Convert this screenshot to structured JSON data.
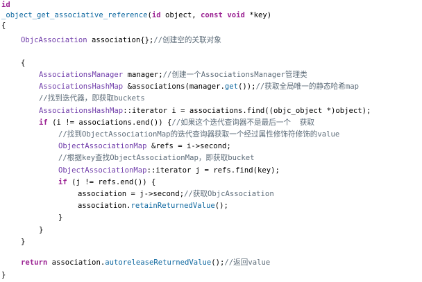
{
  "colors": {
    "background": "#ffffff",
    "plain": "#000000",
    "keyword": "#9b2393",
    "function": "#0f68a0",
    "type": "#703daa",
    "comment": "#5d6c79"
  },
  "code": {
    "line_1": {
      "kw": "id"
    },
    "line_2": {
      "fn": "_object_get_associative_reference",
      "open": "(",
      "kw1": "id",
      "p1": " object, ",
      "kw2": "const",
      "sp": " ",
      "kw3": "void",
      "p2": " *key)"
    },
    "line_3": {
      "p": "{"
    },
    "line_4": {
      "ty": "ObjcAssociation",
      "p": " association{};",
      "cm": "//创建空的关联对象"
    },
    "line_5": {
      "p": "{"
    },
    "line_6": {
      "ty": "AssociationsManager",
      "p": " manager;",
      "cm": "//创建一个AssociationsManager管理类"
    },
    "line_7": {
      "ty": "AssociationsHashMap",
      "p1": " &associations(manager.",
      "fn": "get",
      "p2": "());",
      "cm": "//获取全局唯一的静态哈希map"
    },
    "line_8": {
      "cm": "//找到迭代器，即获取buckets"
    },
    "line_9": {
      "ty": "AssociationsHashMap",
      "p": "::iterator i = associations.find((objc_object *)object);"
    },
    "line_10": {
      "kw": "if",
      "p": " (i != associations.end()) {",
      "cm": "//如果这个迭代查询器不是最后一个  获取"
    },
    "line_11": {
      "cm": "//找到ObjectAssociationMap的迭代查询器获取一个经过属性修饰符修饰的value"
    },
    "line_12": {
      "ty": "ObjectAssociationMap",
      "p": " &refs = i->second;"
    },
    "line_13": {
      "cm": "//根据key查找ObjectAssociationMap，即获取bucket"
    },
    "line_14": {
      "ty": "ObjectAssociationMap",
      "p": "::iterator j = refs.find(key);"
    },
    "line_15": {
      "kw": "if",
      "p": " (j != refs.end()) {"
    },
    "line_16": {
      "p": "association = j->second;",
      "cm": "//获取ObjcAssociation"
    },
    "line_17": {
      "p1": "association.",
      "fn": "retainReturnedValue",
      "p2": "();"
    },
    "line_18": {
      "p": "}"
    },
    "line_19": {
      "p": "}"
    },
    "line_20": {
      "p": "}"
    },
    "line_21": {
      "kw": "return",
      "p1": " association.",
      "fn": "autoreleaseReturnedValue",
      "p2": "();",
      "cm": "//返回value"
    },
    "line_22": {
      "p": "}"
    }
  }
}
